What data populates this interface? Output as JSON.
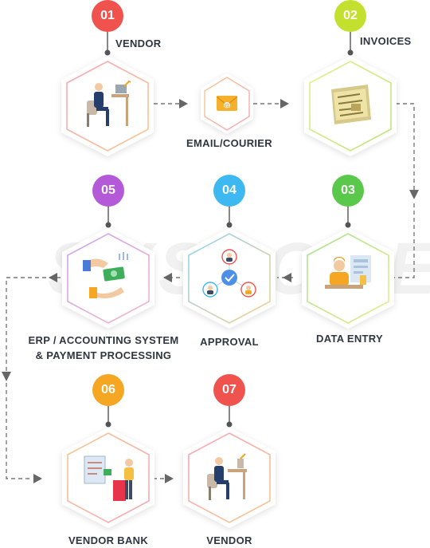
{
  "watermark": "SYSFORE",
  "steps": [
    {
      "number": "01",
      "label": "VENDOR",
      "color": "#f0534e",
      "icon": "vendor-desk-icon"
    },
    {
      "number": "02",
      "label": "INVOICES",
      "color": "#c3e02e",
      "icon": "invoice-papers-icon"
    },
    {
      "number": "03",
      "label": "DATA ENTRY",
      "color": "#5ac84a",
      "icon": "data-entry-clerk-icon"
    },
    {
      "number": "04",
      "label": "APPROVAL",
      "color": "#3eb8f0",
      "icon": "approval-network-icon"
    },
    {
      "number": "05",
      "label_line1": "ERP / ACCOUNTING SYSTEM",
      "label_line2": "& PAYMENT PROCESSING",
      "color": "#b45ad8",
      "icon": "payment-handover-icon"
    },
    {
      "number": "06",
      "label": "VENDOR  BANK",
      "color": "#f5a623",
      "icon": "bank-clerk-icon"
    },
    {
      "number": "07",
      "label": "VENDOR",
      "color": "#f0534e",
      "icon": "vendor-desk-icon"
    }
  ],
  "email": {
    "label": "EMAIL/COURIER",
    "icon": "envelope-icon"
  }
}
